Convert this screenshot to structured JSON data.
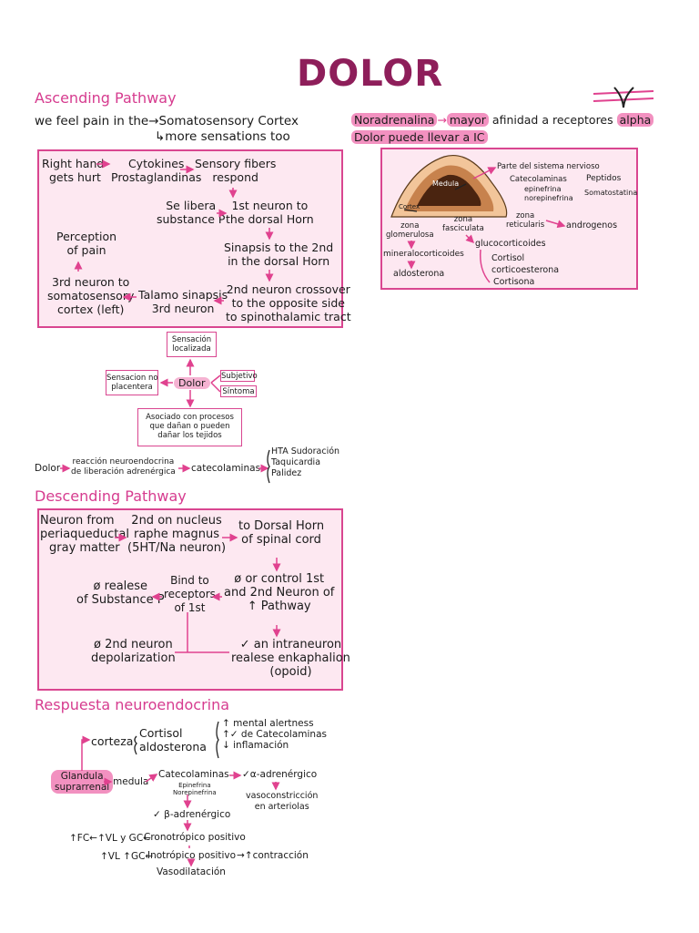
{
  "title": "DOLOR",
  "ascending": {
    "heading": "Ascending Pathway",
    "intro1": "we feel pain in the→Somatosensory Cortex",
    "intro2": "↳more sensations too",
    "right_hand": [
      "Right hand",
      "gets hurt"
    ],
    "cytokines": [
      "Cytokines",
      "Prostaglandinas"
    ],
    "sensory_fibers": [
      "Sensory fibers",
      "respond"
    ],
    "se_libera": [
      "Se libera",
      "substance P"
    ],
    "first_neuron": [
      "1st neuron to",
      "the dorsal Horn"
    ],
    "sinapsis": [
      "Sinapsis to the 2nd",
      "in the dorsal Horn"
    ],
    "perception": [
      "Perception",
      "of pain"
    ],
    "second_neuron": [
      "2nd neuron crossover",
      "to the opposite side",
      "to spinothalamic tract"
    ],
    "talamo": [
      "Talamo sinapsis",
      "3rd neuron"
    ],
    "third_neuron": [
      "3rd neuron to",
      "somatosensory",
      "cortex (left)"
    ]
  },
  "dolor_diagram": {
    "center": "Dolor",
    "top": [
      "Sensación",
      "localizada"
    ],
    "left": [
      "Sensacion no",
      "placentera"
    ],
    "right1": "Subjetivo",
    "right2": "Síntoma",
    "bottom": [
      "Asociado con procesos",
      "que dañan o pueden",
      "dañar los tejidos"
    ]
  },
  "reaction_line": {
    "dolor": "Dolor",
    "reaccion": [
      "reacción neuroendocrina",
      "de liberación adrenérgica"
    ],
    "catecolaminas": "catecolaminas",
    "effects": [
      "HTA Sudoración",
      "Taquicardia",
      "Palidez"
    ]
  },
  "descending": {
    "heading": "Descending Pathway",
    "neuron_from": [
      "Neuron from",
      "periaqueductal",
      "gray matter"
    ],
    "nucleus": [
      "2nd on nucleus",
      "raphe magnus",
      "(5HT/Na neuron)"
    ],
    "dorsal_horn": [
      "to Dorsal Horn",
      "of spinal cord"
    ],
    "release": [
      "ø realese",
      "of Substance P"
    ],
    "bind": [
      "Bind to",
      "receptors",
      "of 1st"
    ],
    "control": [
      "ø or control 1st",
      "and 2nd Neuron of",
      "↑ Pathway"
    ],
    "depolarization": [
      "ø 2nd neuron",
      "depolarization"
    ],
    "intraneuron": [
      "✓ an intraneuron",
      "realese enkaphalion",
      "(opoid)"
    ]
  },
  "neuroendocrine": {
    "heading": "Respuesta neuroendocrina",
    "gland": [
      "Glandula",
      "suprarrenal"
    ],
    "corteza": "corteza",
    "cortisol": [
      "Cortisol",
      "aldosterona"
    ],
    "cortisol_effects": [
      "↑ mental alertness",
      "↑✓ de Catecolaminas",
      "↓ inflamación"
    ],
    "medula": "medula",
    "catecolaminas": "Catecolaminas",
    "cat_sub": [
      "Epinefrina",
      "Norepinefrina"
    ],
    "alpha": "✓α-adrenérgico",
    "vaso": [
      "vasoconstricción",
      "en arteriolas"
    ],
    "beta": "✓ β-adrenérgico",
    "crono_left": "↑FC←↑VL y GC←",
    "crono": "Cronotrópico positivo",
    "ino_left": "↑VL ↑GC←",
    "ino": "Inotrópico positivo",
    "contraccion": "→↑contracción",
    "vasodilatacion": "Vasodilatación"
  },
  "right": {
    "noradrenalina": "Noradrenalina",
    "mayor": "mayor",
    "afinidad": "afinidad a receptores",
    "alpha": "alpha",
    "dolor_ic": "Dolor puede llevar a IC",
    "gland_labels": {
      "medula": "Medula",
      "cortex": "Cortex",
      "parte": "Parte del sistema nervioso",
      "catecolaminas": "Catecolaminas",
      "peptidos": "Peptidos",
      "epinefrina": "epinefrina",
      "norepinefrina": "norepinefrina",
      "somatostatina": "Somatostatina",
      "zona_g": [
        "zona",
        "glomerulosa"
      ],
      "zona_f": [
        "zona",
        "fasciculata"
      ],
      "zona_r": [
        "zona",
        "reticularis"
      ],
      "androgenos": "androgenos",
      "mineralo": "mineralocorticoides",
      "aldosterona": "aldosterona",
      "gluco": "glucocorticoides",
      "cortisol": "Cortisol",
      "corticoesterona": "corticoesterona",
      "cortisona": "Cortisona"
    }
  },
  "colors": {
    "accent": "#d63c8f",
    "title": "#8e1e5a",
    "box_fill": "#fde8f1",
    "highlight": "#f291c0"
  }
}
